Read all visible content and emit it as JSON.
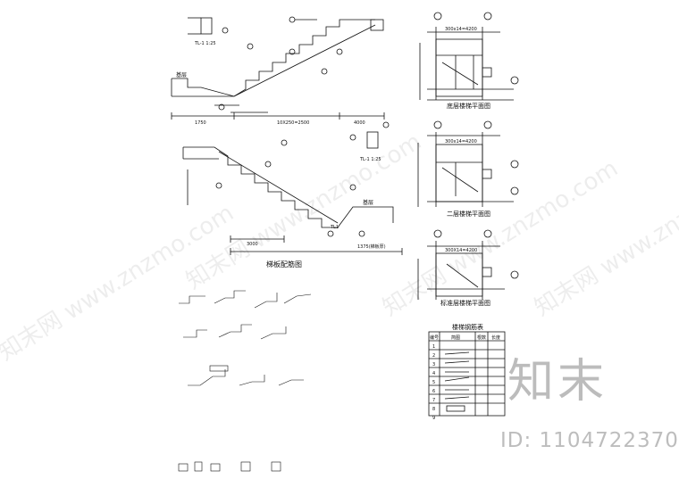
{
  "titles": {
    "elevation": "梯板配筋图",
    "plan_ground": "底层楼梯平面图",
    "plan_second": "二层楼梯平面图",
    "plan_standard": "标准层楼梯平面图",
    "rebar_table": "楼梯钢筋表",
    "beam_tl1_top": "TL-1 1:25",
    "beam_tl1_mid": "TL-1 1:25"
  },
  "labels": {
    "foundation": "基层",
    "foundation2": "基层",
    "tl1": "TL1",
    "dims_top": [
      "1750",
      "10X250=2500",
      "4000"
    ],
    "dims_mid": [
      "3000",
      "1375(梯板厚)"
    ],
    "plan_width": "300x14=4200",
    "plan_width2": "300x14=4200",
    "plan_width3": "300X14=4200"
  },
  "table": {
    "headers": [
      "编号",
      "简图",
      "根数",
      "长度"
    ],
    "rows": [
      "1",
      "2",
      "3",
      "4",
      "5",
      "6",
      "7",
      "8",
      "9"
    ]
  },
  "watermark": {
    "brand": "知末",
    "id_text": "ID: 1104722370",
    "diag": [
      "知末网 www.znzmo.com",
      "知末网 www.znzmo.com",
      "知末网 www.znzmo.com",
      "知末网 www.znzmo.com"
    ]
  }
}
